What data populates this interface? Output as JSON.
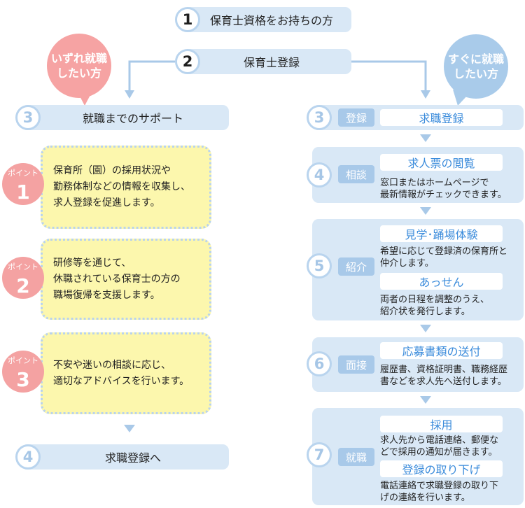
{
  "colors": {
    "step_box": "#d9e8f6",
    "circle_border": "#b9d4ee",
    "circle_number": "#a6c6e6",
    "tag": "#a8c9e9",
    "title_text": "#3a8bdb",
    "point_badge": "#f4a2a2",
    "point_box": "#fcf7ad",
    "point_border": "#b9d3ec",
    "bubble_left": "#f6a3a3",
    "bubble_right": "#a9cbea",
    "arrow": "#a9c9e8"
  },
  "top_steps": [
    {
      "num": "1",
      "label": "保育士資格をお持ちの方"
    },
    {
      "num": "2",
      "label": "保育士登録"
    }
  ],
  "bubbles": {
    "left": [
      "いずれ就職",
      "したい方"
    ],
    "right": [
      "すぐに就職",
      "したい方"
    ]
  },
  "left_path": {
    "start": {
      "num": "3",
      "label": "就職までのサポート"
    },
    "points": [
      {
        "badge": "ポイント",
        "num": "1",
        "lines": [
          "保育所（園）の採用状況や",
          "勤務体制などの情報を収集し、",
          "求人登録を促進します。"
        ]
      },
      {
        "badge": "ポイント",
        "num": "2",
        "lines": [
          "研修等を通じて、",
          "休職されている保育士の方の",
          "職場復帰を支援します。"
        ]
      },
      {
        "badge": "ポイント",
        "num": "3",
        "lines": [
          "不安や迷いの相談に応じ、",
          "適切なアドバイスを行います。"
        ]
      }
    ],
    "end": {
      "num": "4",
      "label": "求職登録へ"
    }
  },
  "right_path": [
    {
      "num": "3",
      "tag": "登録",
      "sections": [
        {
          "title": "求職登録"
        }
      ]
    },
    {
      "num": "4",
      "tag": "相談",
      "sections": [
        {
          "title": "求人票の閲覧",
          "lines": [
            "窓口またはホームページで",
            "最新情報がチェックできます。"
          ]
        }
      ]
    },
    {
      "num": "5",
      "tag": "紹介",
      "sections": [
        {
          "title": "見学･踊場体験",
          "lines": [
            "希望に応じて登録済の保育所と",
            "仲介します。"
          ]
        },
        {
          "title": "あっせん",
          "lines": [
            "両者の日程を調整のうえ、",
            "紹介状を発行します。"
          ]
        }
      ]
    },
    {
      "num": "6",
      "tag": "面接",
      "sections": [
        {
          "title": "応募書類の送付",
          "lines": [
            "履歴書、資格証明書、職務経歴",
            "書などを求人先へ送付します。"
          ]
        }
      ]
    },
    {
      "num": "7",
      "tag": "就職",
      "sections": [
        {
          "title": "採用",
          "lines": [
            "求人先から電話連絡、郵便な",
            "どで採用の通知が届きます。"
          ]
        },
        {
          "title": "登録の取り下げ",
          "lines": [
            "電話連絡で求職登録の取り下",
            "げの連絡を行います。"
          ]
        }
      ]
    }
  ]
}
